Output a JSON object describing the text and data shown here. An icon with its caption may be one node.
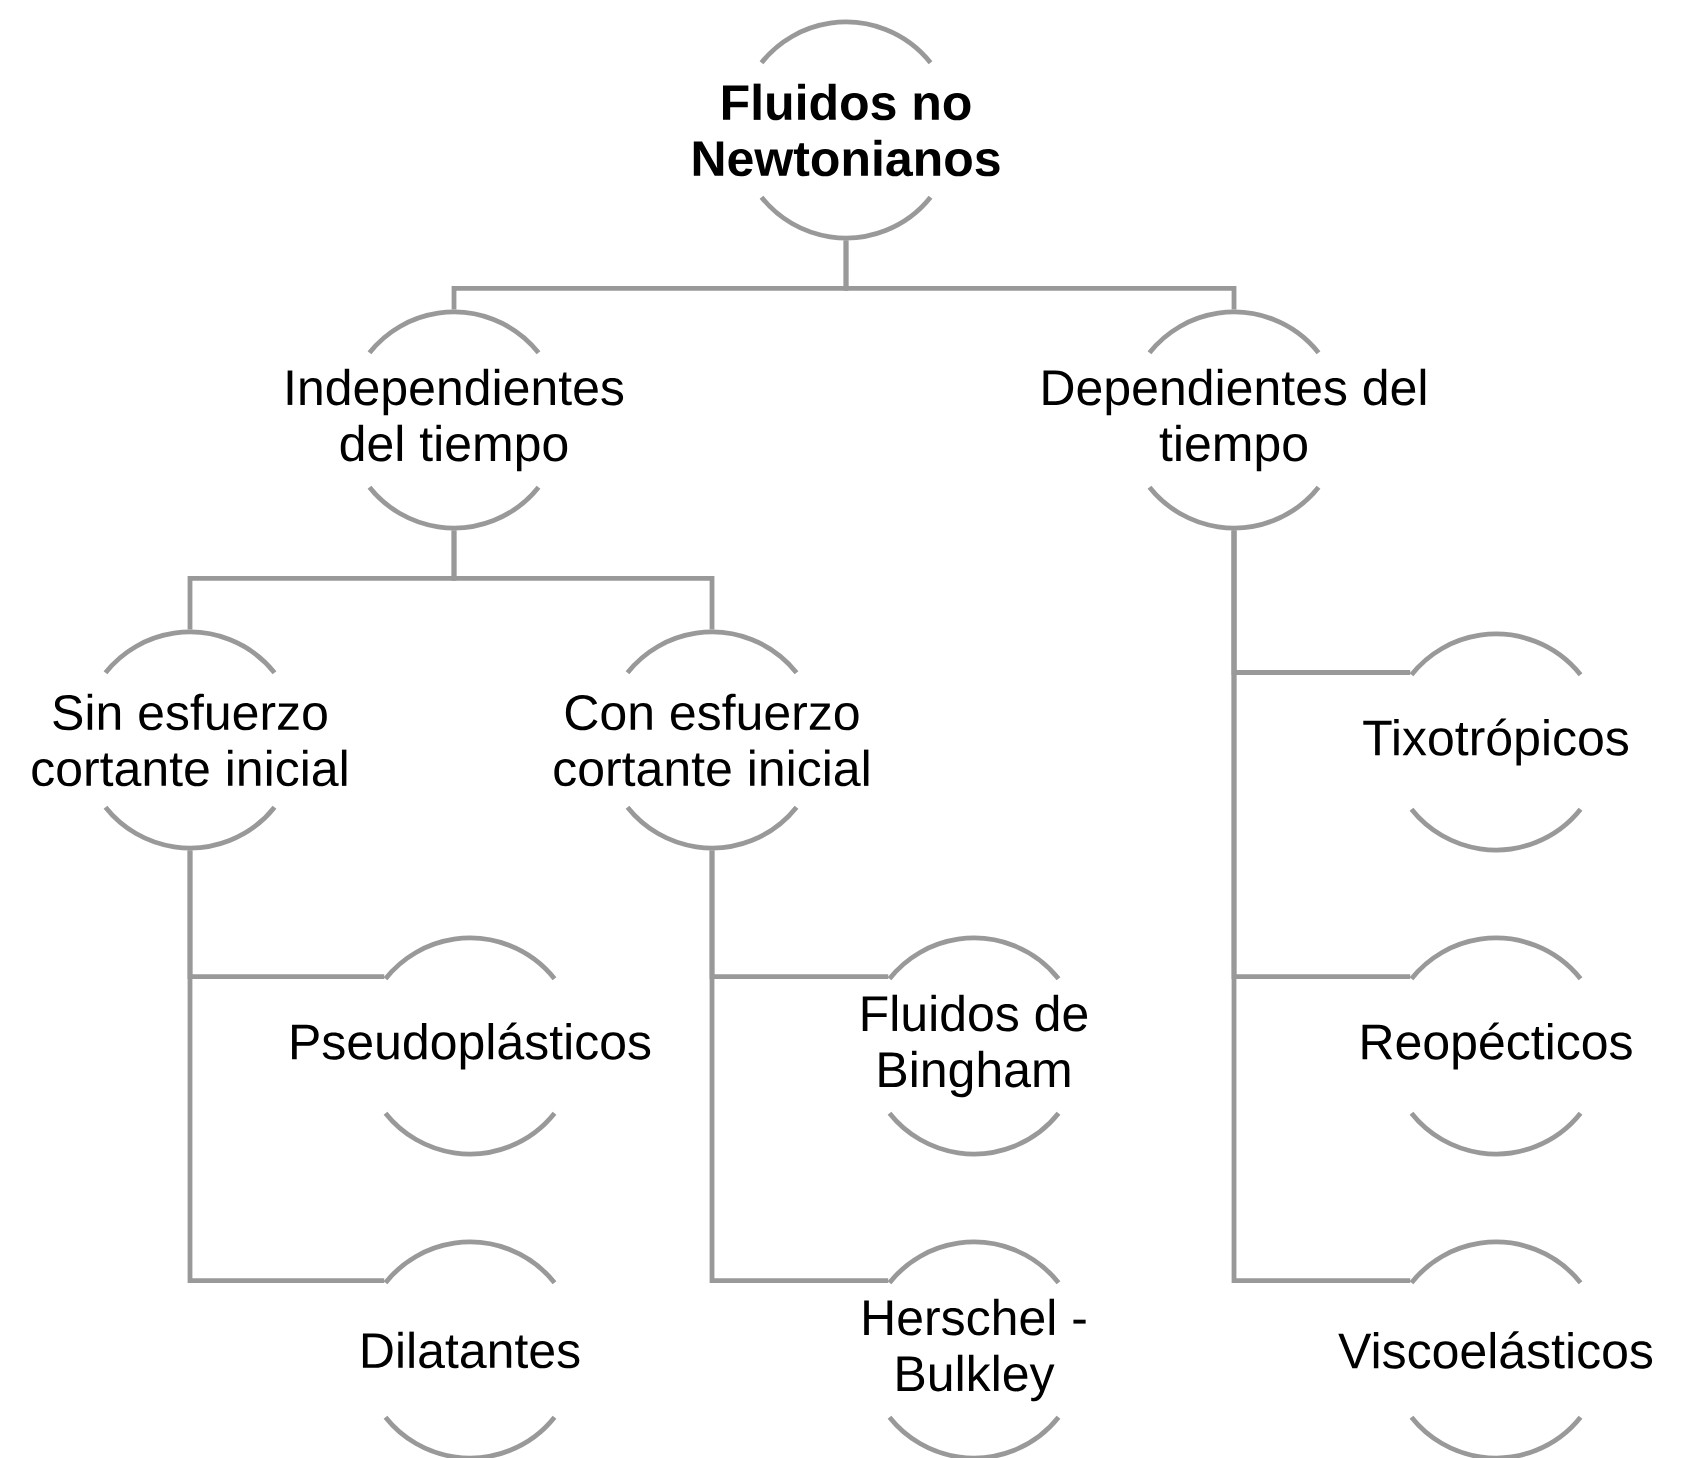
{
  "diagram": {
    "nodes": [
      {
        "text": [
          "Fluidos no Newtonianos"
        ]
      },
      {
        "text": [
          "Independientes del tiempo"
        ]
      },
      {
        "text": [
          "Dependientes del tiempo"
        ]
      },
      {
        "text": [
          "Sin esfuerzo cortante inicial"
        ]
      },
      {
        "text": [
          "Con esfuerzo cortante inicial"
        ]
      },
      {
        "text": [
          "Pseudoplásticos"
        ]
      },
      {
        "text": [
          "Dilatantes"
        ]
      },
      {
        "text": [
          "Fluidos de Bingham"
        ]
      },
      {
        "text": [
          "Herschel - Bulkley"
        ]
      },
      {
        "text": [
          "Tixotrópicos"
        ]
      },
      {
        "text": [
          "Reopécticos"
        ]
      },
      {
        "text": [
          "Viscoelásticos"
        ]
      }
    ],
    "edges": [
      {
        "from": 0,
        "to": 1,
        "arrow": "none"
      },
      {
        "from": 0,
        "to": 2,
        "arrow": "none"
      },
      {
        "from": 1,
        "to": 3,
        "arrow": "none"
      },
      {
        "from": 1,
        "to": 4,
        "arrow": "none"
      },
      {
        "from": 3,
        "to": 5,
        "arrow": "none"
      },
      {
        "from": 3,
        "to": 6,
        "arrow": "none"
      },
      {
        "from": 4,
        "to": 7,
        "arrow": "none"
      },
      {
        "from": 4,
        "to": 8,
        "arrow": "none"
      },
      {
        "from": 2,
        "to": 9,
        "arrow": "none"
      },
      {
        "from": 2,
        "to": 10,
        "arrow": "none"
      },
      {
        "from": 2,
        "to": 11,
        "arrow": "none"
      }
    ]
  }
}
